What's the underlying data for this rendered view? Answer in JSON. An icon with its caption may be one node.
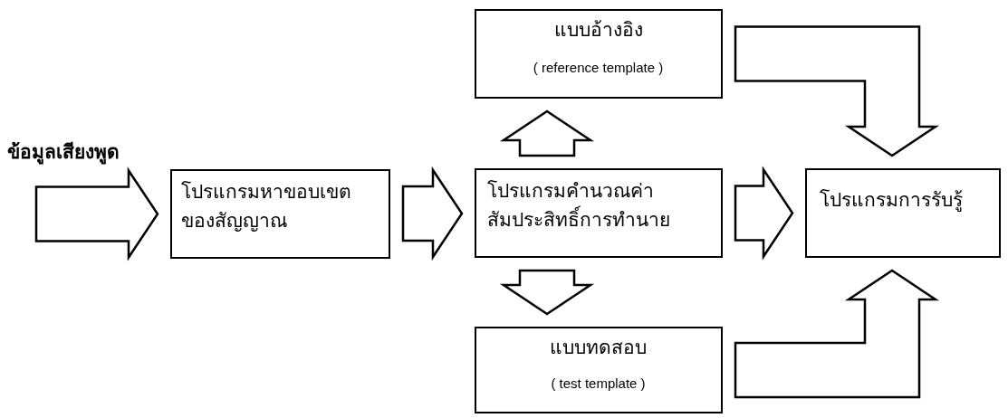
{
  "diagram": {
    "nodes": [
      {
        "text": [
          "โปรแกรมหาขอบเขตของสัญญาณ"
        ]
      },
      {
        "text": [
          "แบบอ้างอิง",
          "( reference template )"
        ]
      },
      {
        "text": [
          "โปรแกรมคำนวณค่าสัมประสิทธิ์การทำนาย"
        ]
      },
      {
        "text": [
          "แบบทดสอบ",
          "( test template )"
        ]
      },
      {
        "text": [
          "โปรแกรมการรับรู้"
        ]
      }
    ],
    "edges": [
      {
        "from": null,
        "to": 0,
        "arrow": "to",
        "label": "ข้อมูลเสียงพูด"
      },
      {
        "from": 0,
        "to": 2,
        "arrow": "to"
      },
      {
        "from": 2,
        "to": 1,
        "arrow": "to"
      },
      {
        "from": 2,
        "to": 3,
        "arrow": "to"
      },
      {
        "from": 2,
        "to": 4,
        "arrow": "to"
      },
      {
        "from": 1,
        "to": 4,
        "arrow": "to"
      },
      {
        "from": 3,
        "to": 4,
        "arrow": "to"
      }
    ]
  }
}
